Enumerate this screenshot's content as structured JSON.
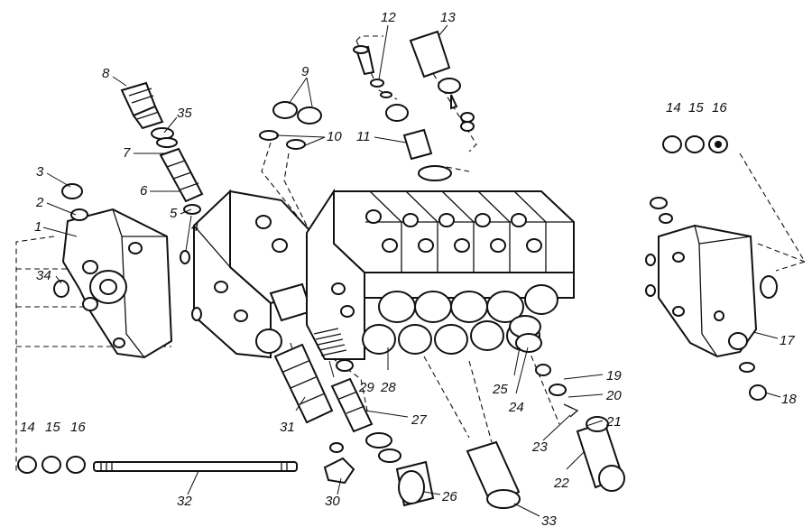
{
  "figure": {
    "callouts": [
      {
        "id": "c1",
        "text": "1"
      },
      {
        "id": "c2",
        "text": "2"
      },
      {
        "id": "c3",
        "text": "3"
      },
      {
        "id": "c4",
        "text": "4"
      },
      {
        "id": "c5",
        "text": "5"
      },
      {
        "id": "c6",
        "text": "6"
      },
      {
        "id": "c7",
        "text": "7"
      },
      {
        "id": "c8",
        "text": "8"
      },
      {
        "id": "c9",
        "text": "9"
      },
      {
        "id": "c10",
        "text": "10"
      },
      {
        "id": "c11",
        "text": "11"
      },
      {
        "id": "c12",
        "text": "12"
      },
      {
        "id": "c13",
        "text": "13"
      },
      {
        "id": "c14a",
        "text": "14"
      },
      {
        "id": "c15a",
        "text": "15"
      },
      {
        "id": "c16a",
        "text": "16"
      },
      {
        "id": "c14b",
        "text": "14"
      },
      {
        "id": "c15b",
        "text": "15"
      },
      {
        "id": "c16b",
        "text": "16"
      },
      {
        "id": "c17",
        "text": "17"
      },
      {
        "id": "c18",
        "text": "18"
      },
      {
        "id": "c19",
        "text": "19"
      },
      {
        "id": "c20",
        "text": "20"
      },
      {
        "id": "c21",
        "text": "21"
      },
      {
        "id": "c22",
        "text": "22"
      },
      {
        "id": "c23",
        "text": "23"
      },
      {
        "id": "c24",
        "text": "24"
      },
      {
        "id": "c25",
        "text": "25"
      },
      {
        "id": "c26",
        "text": "26"
      },
      {
        "id": "c27",
        "text": "27"
      },
      {
        "id": "c28",
        "text": "28"
      },
      {
        "id": "c29",
        "text": "29"
      },
      {
        "id": "c30",
        "text": "30"
      },
      {
        "id": "c31",
        "text": "31"
      },
      {
        "id": "c32",
        "text": "32"
      },
      {
        "id": "c33",
        "text": "33"
      },
      {
        "id": "c34",
        "text": "34"
      },
      {
        "id": "c35",
        "text": "35"
      }
    ]
  }
}
